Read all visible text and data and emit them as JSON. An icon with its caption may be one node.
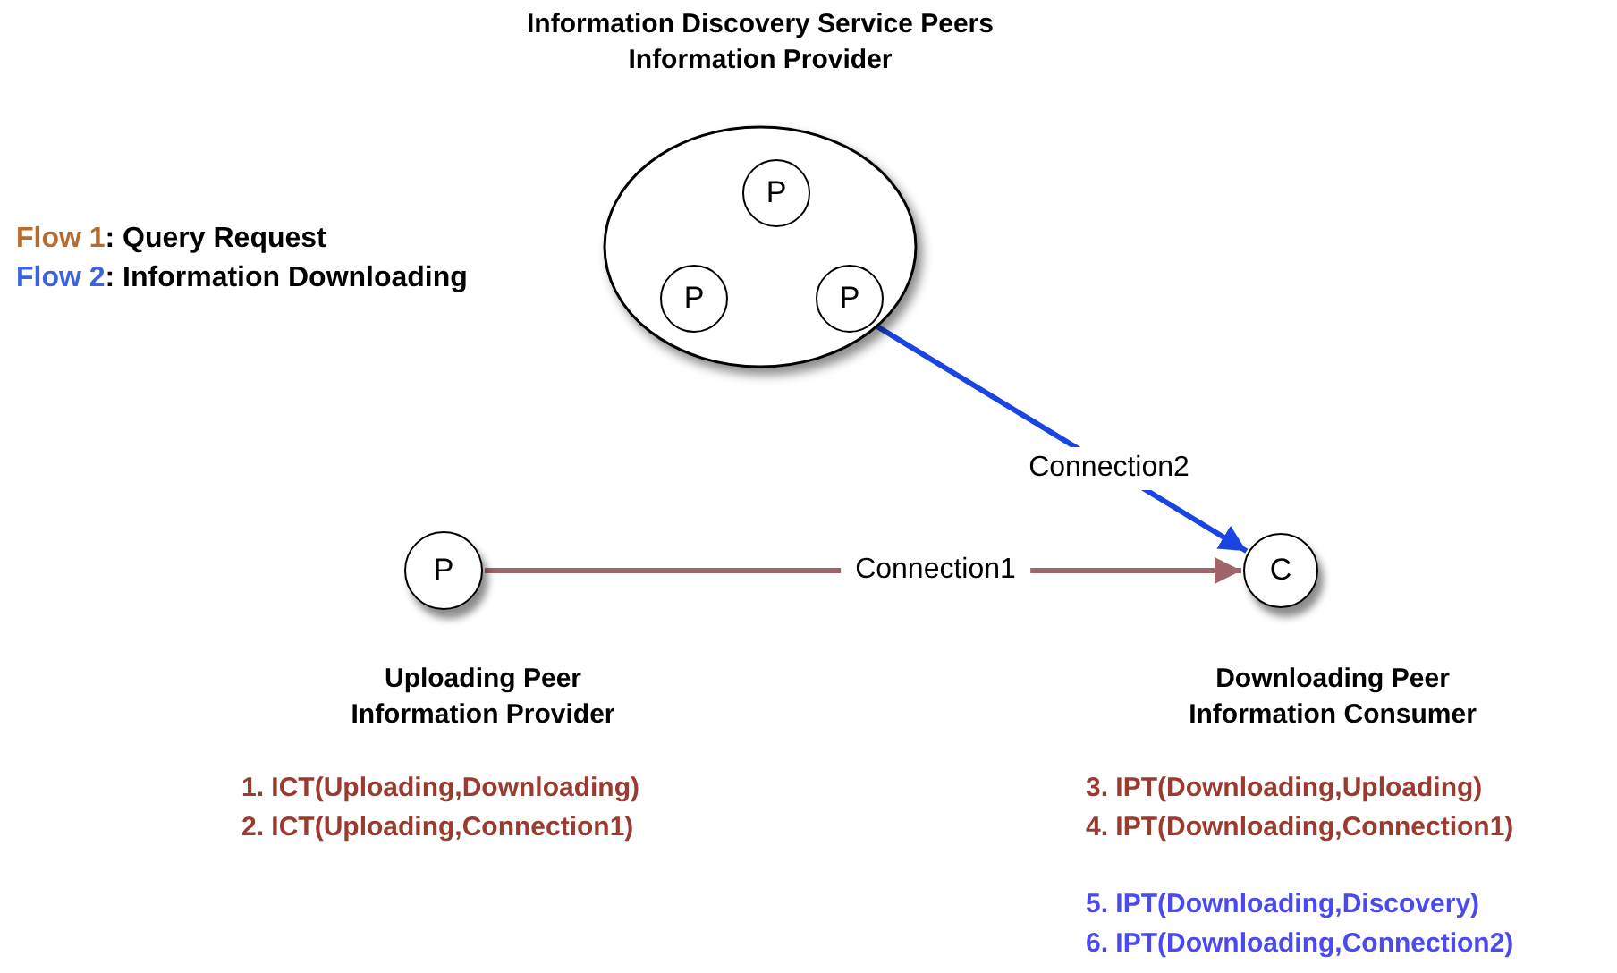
{
  "diagram": {
    "nodes": [
      {
        "text": [
          "Information Discovery Service Peers",
          "Information Provider"
        ]
      },
      {
        "text": [
          "P"
        ],
        "in": 0
      },
      {
        "text": [
          "P"
        ],
        "in": 0
      },
      {
        "text": [
          "P"
        ],
        "in": 0
      },
      {
        "text": [
          "P"
        ],
        "beside": [
          "Uploading Peer",
          "Information Provider"
        ]
      },
      {
        "text": [
          "C"
        ],
        "beside": [
          "Downloading Peer",
          "Information Consumer"
        ]
      }
    ],
    "edges": [
      {
        "from": 0,
        "to": 5,
        "arrow": "to",
        "label": "Connection2",
        "color": "#1a45e0"
      },
      {
        "from": 4,
        "to": 5,
        "arrow": "to",
        "label": "Connection1",
        "color": "#a0656a"
      }
    ],
    "labels": [
      "1. ICT(Uploading,Downloading)",
      "2. ICT(Uploading,Connection1)",
      "3. IPT(Downloading,Uploading)",
      "4. IPT(Downloading,Connection1)",
      "5. IPT(Downloading,Discovery)",
      "6. IPT(Downloading,Connection2)"
    ],
    "legend": [
      {
        "text": "Flow 1: Query Request",
        "color": "#b86b2e"
      },
      {
        "text": "Flow 2: Information Downloading",
        "color": "#3b63e0"
      }
    ]
  }
}
